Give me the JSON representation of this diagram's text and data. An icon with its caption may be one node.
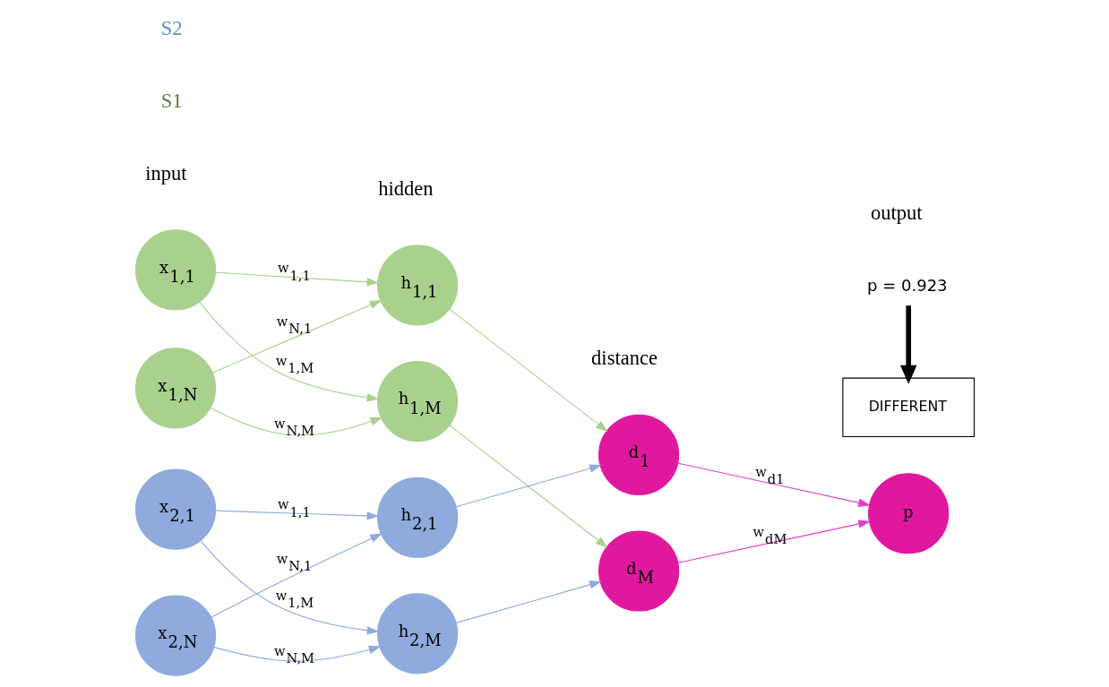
{
  "diagram": {
    "nodes": [
      {
        "text": [
          "x$_{1,1}$"
        ]
      },
      {
        "text": [
          "x$_{1,N}$"
        ]
      },
      {
        "text": [
          "h$_{1,1}$"
        ]
      },
      {
        "text": [
          "h$_{1,M}$"
        ]
      },
      {
        "text": [
          "x$_{2,1}$"
        ]
      },
      {
        "text": [
          "x$_{2,N}$"
        ]
      },
      {
        "text": [
          "h$_{2,1}$"
        ]
      },
      {
        "text": [
          "h$_{2,M}$"
        ]
      },
      {
        "text": [
          "d$_{1}$"
        ]
      },
      {
        "text": [
          "d$_{M}$"
        ]
      },
      {
        "text": [
          "p"
        ]
      },
      {
        "text": [
          "p = 0.923"
        ]
      },
      {
        "text": [
          "DIFFERENT"
        ]
      }
    ],
    "edges": [
      {
        "from": 0,
        "to": 2,
        "arrow": "to",
        "label": "w$_{1,1}$",
        "color": "#a9d18e"
      },
      {
        "from": 0,
        "to": 3,
        "arrow": "to",
        "label": "w$_{1,M}$",
        "color": "#a9d18e"
      },
      {
        "from": 1,
        "to": 2,
        "arrow": "to",
        "label": "w$_{N,1}$",
        "color": "#a9d18e"
      },
      {
        "from": 1,
        "to": 3,
        "arrow": "to",
        "label": "w$_{N,M}$",
        "color": "#a9d18e"
      },
      {
        "from": 4,
        "to": 6,
        "arrow": "to",
        "label": "w$_{1,1}$",
        "color": "#8faadc"
      },
      {
        "from": 4,
        "to": 7,
        "arrow": "to",
        "label": "w$_{1,M}$",
        "color": "#8faadc"
      },
      {
        "from": 5,
        "to": 6,
        "arrow": "to",
        "label": "w$_{N,1}$",
        "color": "#8faadc"
      },
      {
        "from": 5,
        "to": 7,
        "arrow": "to",
        "label": "w$_{N,M}$",
        "color": "#8faadc"
      },
      {
        "from": 2,
        "to": 8,
        "arrow": "to",
        "color": "#a9d18e"
      },
      {
        "from": 3,
        "to": 9,
        "arrow": "to",
        "color": "#a9d18e"
      },
      {
        "from": 6,
        "to": 8,
        "arrow": "to",
        "color": "#8faadc"
      },
      {
        "from": 7,
        "to": 9,
        "arrow": "to",
        "color": "#8faadc"
      },
      {
        "from": 8,
        "to": 10,
        "arrow": "to",
        "label": "w$_{d1}$",
        "color": "#e040c8"
      },
      {
        "from": 9,
        "to": 10,
        "arrow": "to",
        "label": "w$_{dM}$",
        "color": "#e040c8"
      },
      {
        "from": 11,
        "to": 12,
        "arrow": "to",
        "style": "thick",
        "color": "#000000"
      }
    ],
    "labels": [
      "input",
      "S1",
      "hidden",
      "distance",
      "output",
      "S2"
    ]
  }
}
